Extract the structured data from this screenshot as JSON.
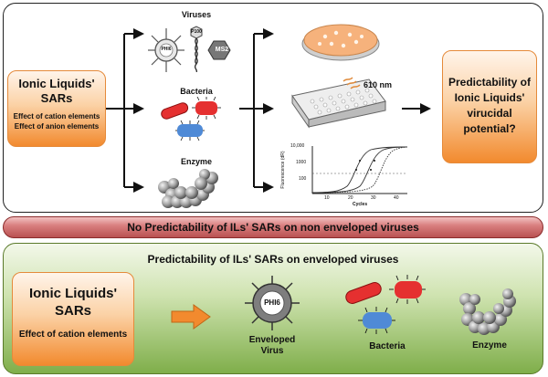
{
  "top": {
    "left_box": {
      "title": "Ionic Liquids' SARs",
      "line1": "Effect of cation elements",
      "line2": "Effect of anion elements"
    },
    "viruses_label": "Viruses",
    "phi6_small": "PHI6",
    "p100": "P100",
    "ms2": "MS2",
    "bacteria_label": "Bacteria",
    "enzyme_label": "Enzyme",
    "wavelength": "610 nm",
    "qpcr": {
      "ylabel": "Fluorescence (dR)",
      "yticks": [
        "10,000",
        "1000",
        "100"
      ],
      "xticks": [
        "10",
        "20",
        "30",
        "40"
      ],
      "xlabel": "Cycles"
    },
    "right_box": {
      "line1": "Predictability of",
      "line2": "Ionic Liquids'",
      "line3": "virucidal",
      "line4": "potential?"
    }
  },
  "middle_banner": "No Predictability of ILs' SARs on non enveloped viruses",
  "bottom": {
    "title": "Predictability of ILs' SARs on enveloped viruses",
    "left_box": {
      "title_line1": "Ionic Liquids'",
      "title_line2": "SARs",
      "sub": "Effect of cation elements"
    },
    "phi6": "PHI6",
    "enveloped_line1": "Enveloped",
    "enveloped_line2": "Virus",
    "bacteria_label": "Bacteria",
    "enzyme_label": "Enzyme"
  },
  "colors": {
    "orange": "#f28a2e",
    "red_bacterium": "#e53030",
    "blue_bacterium": "#4f8ad6",
    "green_panel": "#7fae4a",
    "banner_red": "#b95151"
  }
}
